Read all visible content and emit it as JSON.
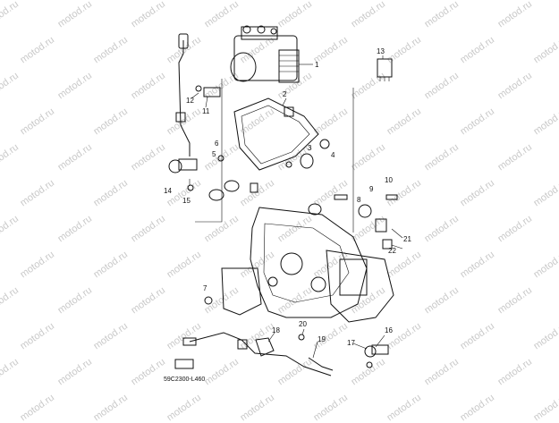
{
  "watermark": "motod.ru",
  "diagram_code": "59C2300-L460",
  "callouts": [
    "1",
    "2",
    "3",
    "4",
    "5",
    "6",
    "7",
    "8",
    "9",
    "10",
    "11",
    "12",
    "13",
    "14",
    "15",
    "16",
    "17",
    "18",
    "19",
    "20",
    "21",
    "22"
  ]
}
